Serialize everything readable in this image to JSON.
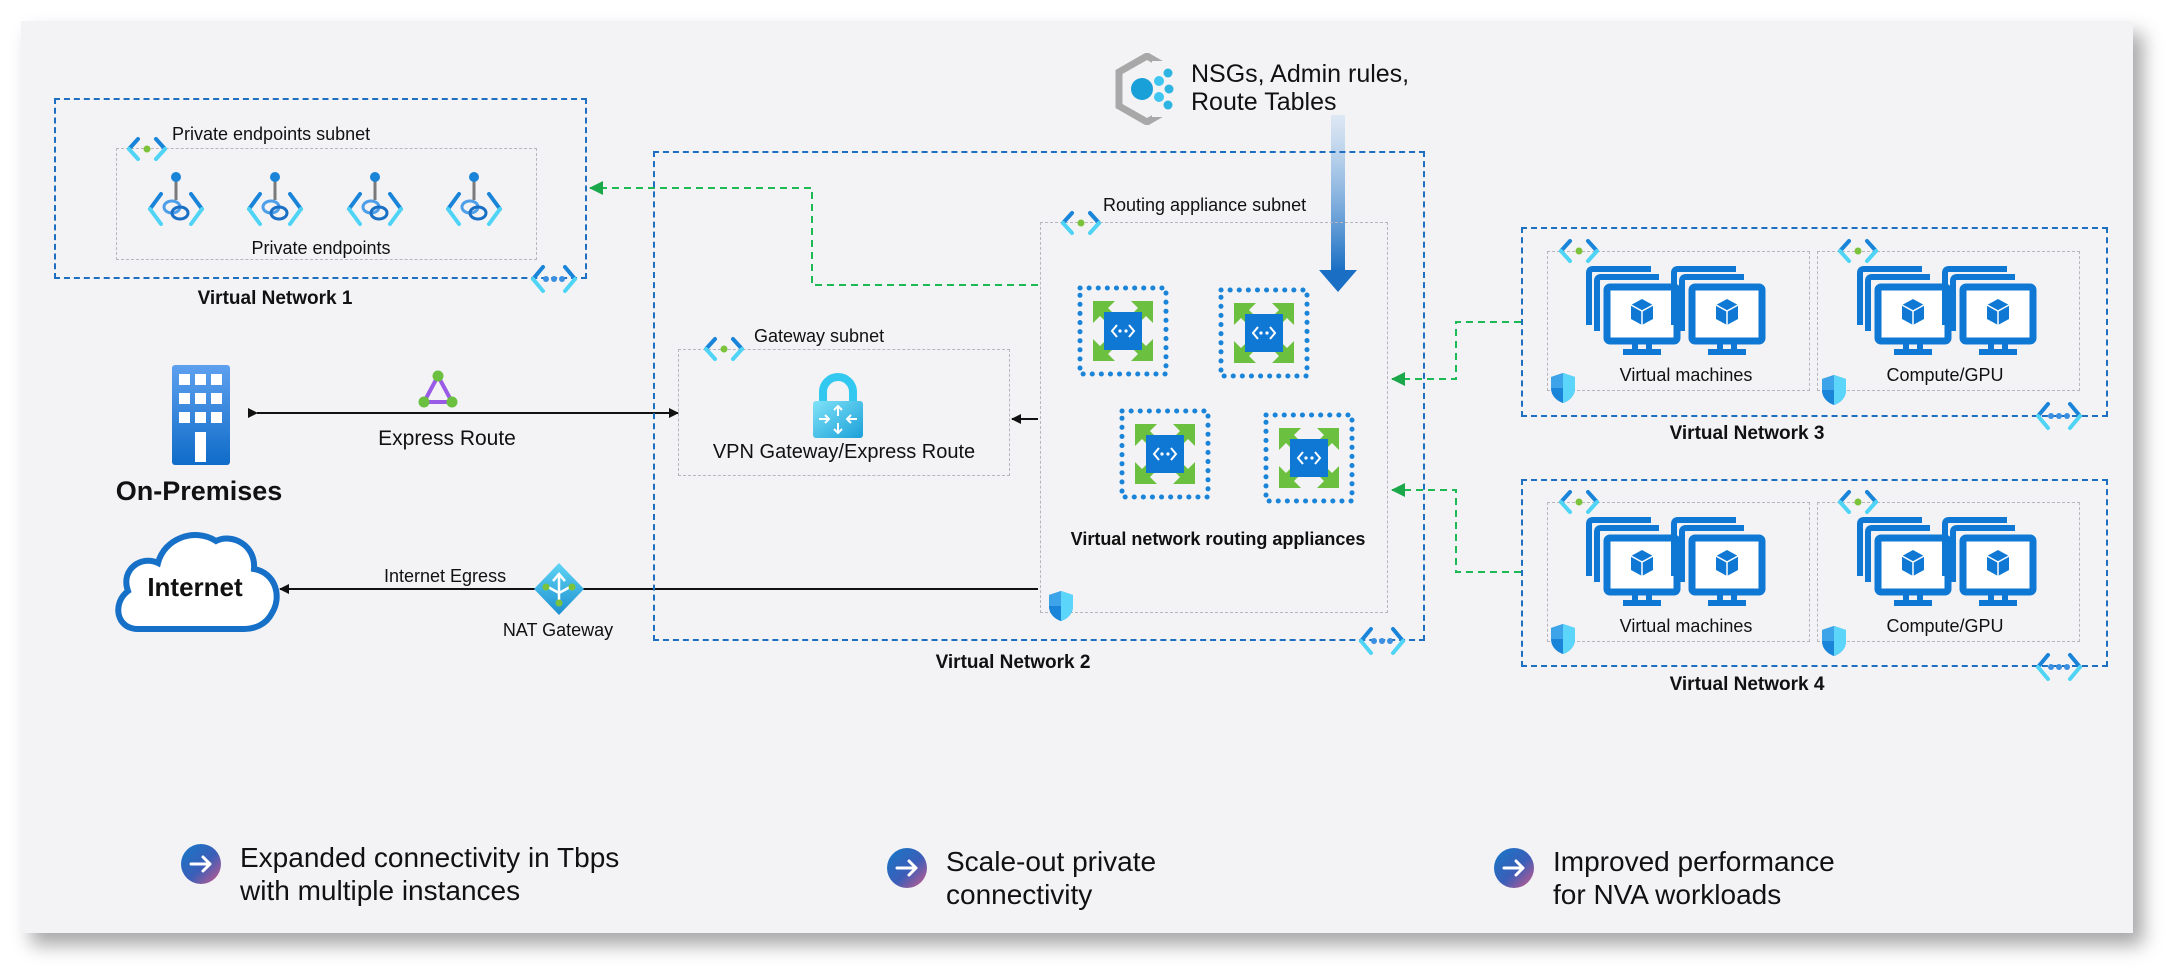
{
  "policy": {
    "line1": "NSGs, Admin rules,",
    "line2": "Route Tables"
  },
  "vnet1": {
    "label": "Virtual Network 1",
    "subnet_label": "Private endpoints subnet",
    "content_label": "Private endpoints",
    "endpoint_count": 4
  },
  "vnet2": {
    "label": "Virtual Network 2",
    "gateway_subnet_label": "Gateway subnet",
    "gateway_label": "VPN Gateway/Express Route",
    "routing_subnet_label": "Routing appliance subnet",
    "routing_label": "Virtual network routing appliances"
  },
  "vnet3": {
    "label": "Virtual Network 3",
    "subnet_a": "Virtual machines",
    "subnet_b": "Compute/GPU"
  },
  "vnet4": {
    "label": "Virtual Network 4",
    "subnet_a": "Virtual machines",
    "subnet_b": "Compute/GPU"
  },
  "onprem": {
    "label": "On-Premises"
  },
  "internet": {
    "label": "Internet"
  },
  "express_route": {
    "label": "Express Route"
  },
  "egress": {
    "label": "Internet Egress",
    "nat_label": "NAT Gateway"
  },
  "benefits": [
    {
      "line1": "Expanded connectivity in Tbps",
      "line2": "with multiple instances"
    },
    {
      "line1": "Scale-out private",
      "line2": "connectivity"
    },
    {
      "line1": "Improved performance",
      "line2": "for NVA workloads"
    }
  ],
  "colors": {
    "vnet_border": "#1f6fc0",
    "subnet_border": "#b9b5bf",
    "peering_line": "#1db954",
    "azure_blue": "#0f78d4",
    "canvas": "#f3f3f6"
  }
}
